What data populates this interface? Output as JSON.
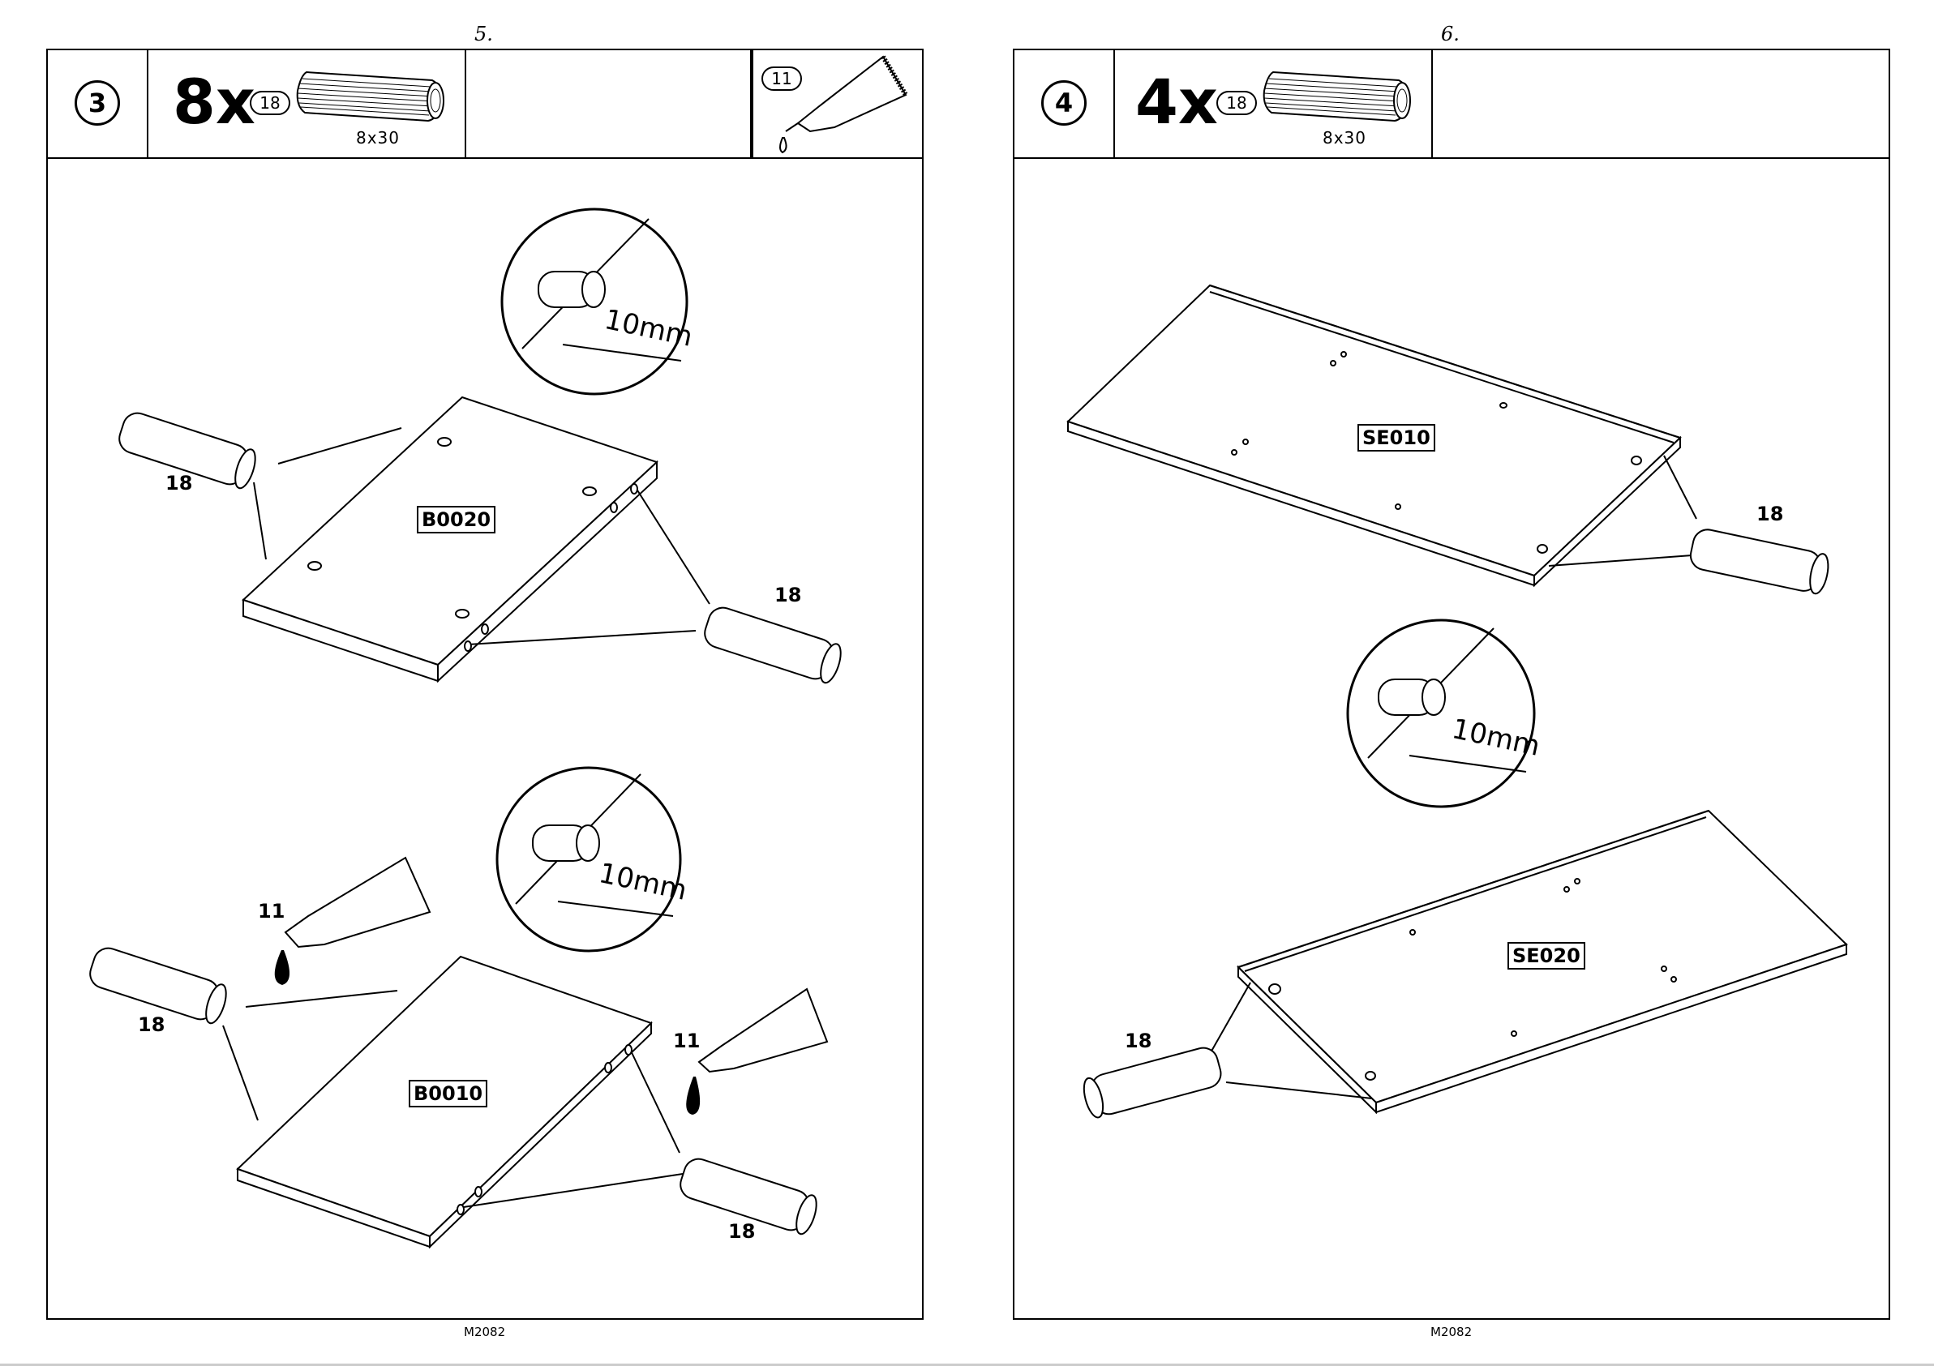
{
  "pages": [
    {
      "page_number": "5.",
      "step_number": "3",
      "quantity": "8x",
      "part_ref": "18",
      "part_size": "8x30",
      "glue_ref": "11",
      "panel_top": "B0020",
      "panel_bottom": "B0010",
      "dowel_label": "18",
      "glue_label": "11",
      "depth": "10mm",
      "footer": "M2082"
    },
    {
      "page_number": "6.",
      "step_number": "4",
      "quantity": "4x",
      "part_ref": "18",
      "part_size": "8x30",
      "panel_top": "SE010",
      "panel_bottom": "SE020",
      "dowel_label": "18",
      "depth": "10mm",
      "footer": "M2082"
    }
  ]
}
